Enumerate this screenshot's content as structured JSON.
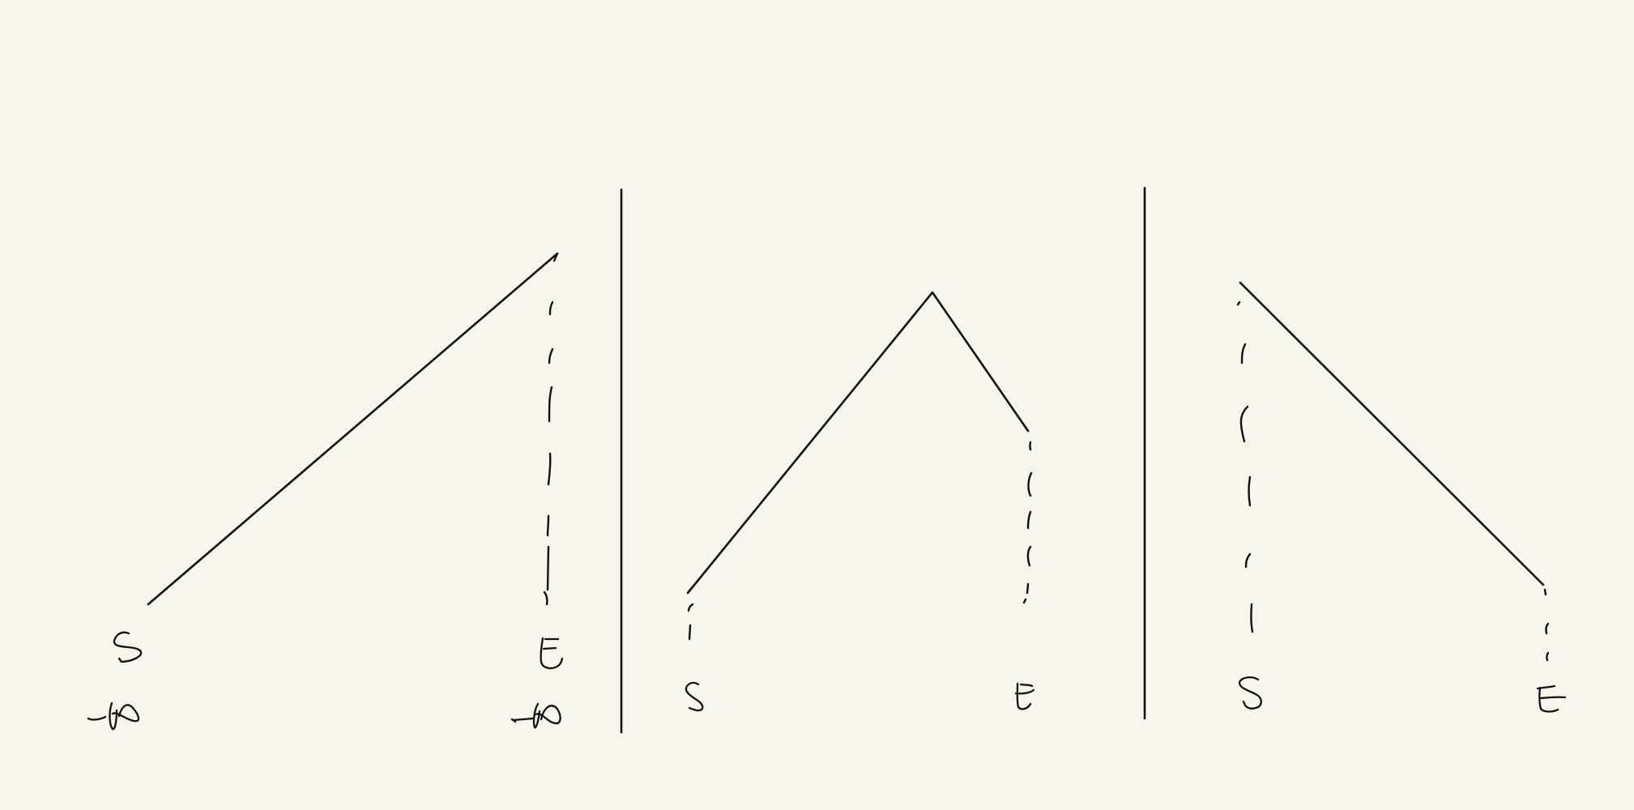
{
  "colors": {
    "background": "#f8f6eb",
    "ink": "#111111"
  },
  "panels": [
    {
      "id": "panel-1",
      "start_label": "S",
      "end_label": "E",
      "start_sub": "θ",
      "end_sub": "θ"
    },
    {
      "id": "panel-2",
      "start_label": "S",
      "end_label": "E"
    },
    {
      "id": "panel-3",
      "start_label": "S",
      "end_label": "E"
    }
  ]
}
